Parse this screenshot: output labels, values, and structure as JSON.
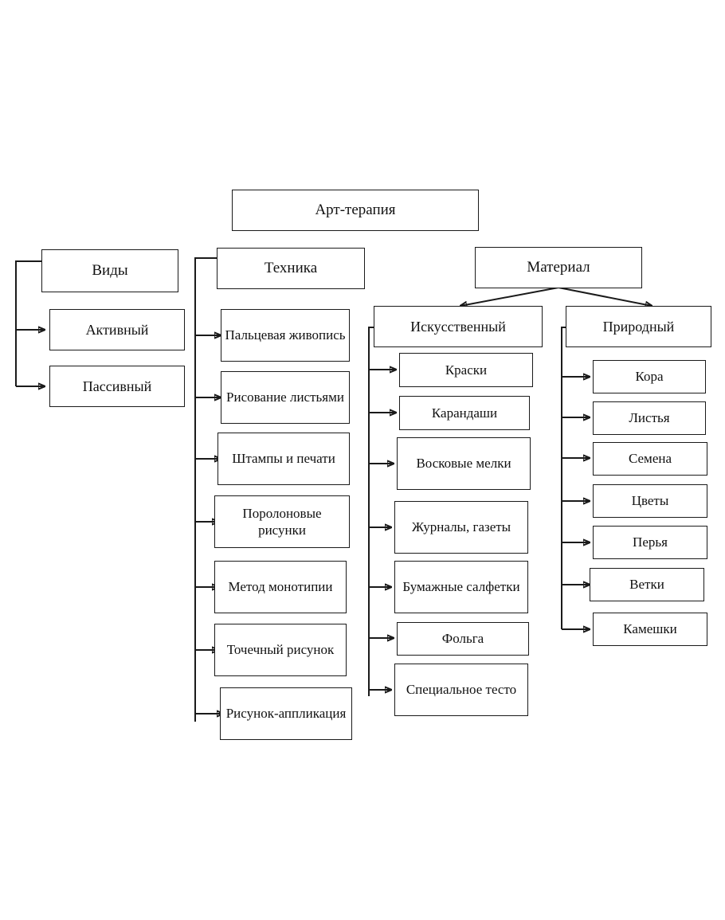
{
  "diagram": {
    "title": "Арт-терапия",
    "language": "ru",
    "root": {
      "label": "Арт-терапия"
    },
    "branches": {
      "vidy": {
        "header": "Виды",
        "items": [
          "Активный",
          "Пассивный"
        ]
      },
      "tehnika": {
        "header": "Техника",
        "items": [
          "Пальцевая живопись",
          "Рисование листьями",
          "Штампы и печати",
          "Поролоновые рисунки",
          "Метод монотипии",
          "Точечный рисунок",
          "Рисунок-аппликация"
        ]
      },
      "material": {
        "header": "Материал",
        "subcategories": [
          {
            "key": "iskusstvennyy",
            "label": "Искусственный",
            "items": [
              "Краски",
              "Карандаши",
              "Восковые мелки",
              "Журналы, газеты",
              "Бумажные салфетки",
              "Фольга",
              "Специальное тесто"
            ]
          },
          {
            "key": "prirodnyy",
            "label": "Природный",
            "items": [
              "Кора",
              "Листья",
              "Семена",
              "Цветы",
              "Перья",
              "Ветки",
              "Камешки"
            ]
          }
        ]
      }
    },
    "colors": {
      "background": "#ffffff",
      "box_fill": "#ffffff",
      "box_border": "#1a1a1a",
      "text": "#111111",
      "connector": "#1a1a1a"
    }
  }
}
